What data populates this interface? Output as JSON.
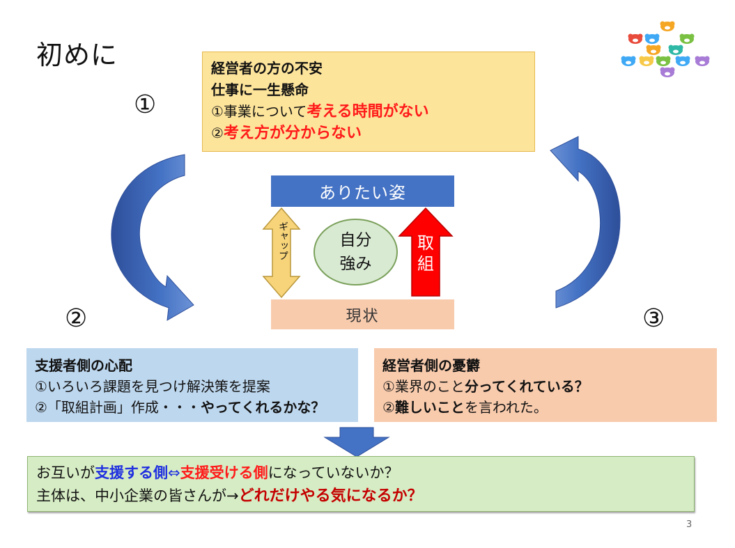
{
  "title": "初めに",
  "step_numbers": [
    "①",
    "②",
    "③"
  ],
  "top_box": {
    "line1": "経営者の方の不安",
    "line2": "仕事に一生懸命",
    "line3_prefix": "①事業について",
    "line3_emph": "考える時間がない",
    "line4_prefix": "②",
    "line4_emph": "考え方が分からない"
  },
  "center": {
    "goal_label": "ありたい姿",
    "current_label": "現状",
    "gap_label": "ギャップ",
    "strength_line1": "自分",
    "strength_line2": "強み",
    "action_line1": "取",
    "action_line2": "組"
  },
  "left_box": {
    "heading": "支援者側の心配",
    "line1": "①いろいろ課題を見つけ解決策を提案",
    "line2_prefix": "②「取組計画」作成・・・",
    "line2_emph": "やってくれるかな？"
  },
  "right_box": {
    "heading": "経営者側の憂欝",
    "line1_prefix": "①業界のこと",
    "line1_emph": "分ってくれている？",
    "line2_prefix": "②",
    "line2_emph": "難しいこと",
    "line2_suffix": "を言われた。"
  },
  "bottom_box": {
    "line1_a": "お互いが",
    "line1_b": "支援する側",
    "line1_c": "⇔",
    "line1_d": "支援受ける側",
    "line1_e": "になっていないか？",
    "line2_a": "主体は、中小企業の皆さんが→",
    "line2_b": "どれだけやる気になるか？"
  },
  "page_number": "3",
  "colors": {
    "top_box_bg": "#fde49b",
    "goal_bar": "#4472c4",
    "current_bar": "#f8cbad",
    "left_box_bg": "#bdd7ee",
    "right_box_bg": "#f8cbad",
    "bottom_box_bg": "#d6ecc4",
    "emphasis_red": "#ff1a1a",
    "emphasis_blue": "#1f2fe0",
    "action_arrow": "#ff0000",
    "gap_arrow": "#f7d47a"
  },
  "icons": [
    "bear-logo-icon",
    "curved-arrow-down-icon",
    "curved-arrow-up-icon",
    "down-arrow-icon",
    "gap-double-arrow-icon",
    "action-up-arrow-icon"
  ]
}
